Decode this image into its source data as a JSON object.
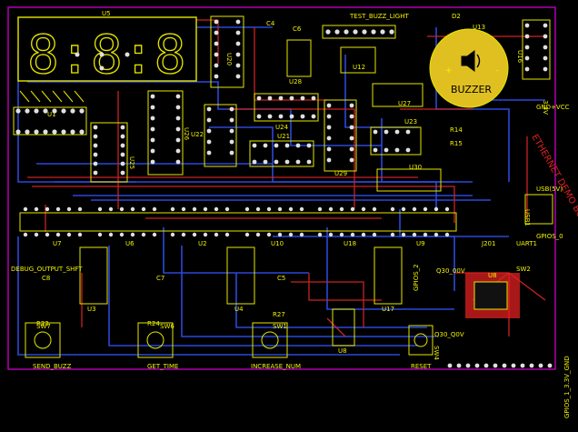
{
  "board": {
    "bg": "#000000",
    "outline_color": "#b000b0",
    "trace_top": "#d02020",
    "trace_bottom": "#2040d0",
    "pad_color": "#e0e0e0",
    "silk_color": "#f0f000"
  },
  "silk": {
    "u5": "U5",
    "display_digits": "8:8:8",
    "test_buzz_light": "TEST_BUZZ_LIGHT",
    "buzzer": "BUZZER",
    "buzzer_plus": "+",
    "buzzer_minus": "–",
    "u1": "U1",
    "u25": "U25",
    "u26": "U26",
    "u20": "U20",
    "u22": "U22",
    "u24": "U24",
    "u21": "U21",
    "u23": "U23",
    "u27": "U27",
    "u28": "U28",
    "u12": "U12",
    "u13": "U13",
    "u16": "U16",
    "u29": "U29",
    "u30": "U30",
    "c4": "C4",
    "c6": "C6",
    "c7": "C7",
    "c8": "C8",
    "c5": "C5",
    "d2": "D2",
    "r14": "R14",
    "r15": "R15",
    "u7": "U7",
    "u6": "U6",
    "u2": "U2",
    "u10": "U10",
    "u18": "U18",
    "u9": "U9",
    "u3": "U3",
    "u4": "U4",
    "u17": "U17",
    "u8": "U8",
    "debug_output_shift": "DEBUG_OUTPUT_SHFT",
    "send_buzz": "SEND_BUZZ",
    "get_time": "GET_TIME",
    "increase_num": "INCREASE_NUM",
    "reset": "RESET",
    "sw1": "SW1",
    "sw4": "SW4",
    "sw6": "SW6",
    "sw7": "SW7",
    "r27": "R27",
    "r24": "R24",
    "r22": "R22",
    "j201": "J201",
    "uart1": "UART1",
    "gpios_0": "GPIOS_0",
    "gpios_2": "GPIOS_2",
    "v33": "3.3V",
    "gnd_vcc": "GND+VCC",
    "ethernet_board": "ETHERNET\nDEMO BOARD",
    "usb_5v": "USB(5V)",
    "usb1": "USB1",
    "q30": "Q30_00V",
    "q30b": "Q30_Q0V",
    "gpios_footer": "GPIOS_1_3.3V_GND",
    "sw2": "SW2"
  }
}
